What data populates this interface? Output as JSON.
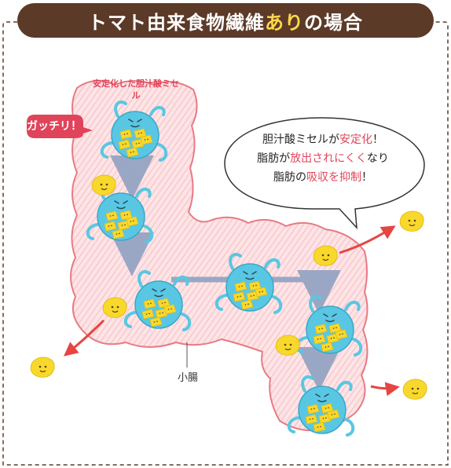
{
  "title": {
    "text_before": "トマト由来食物繊維",
    "text_highlight": "あり",
    "text_after": "の場合"
  },
  "labels": {
    "stabilized_micelle": "安定化した胆汁酸ミセル",
    "gacchiri": "ガッチリ！",
    "small_intestine": "小腸"
  },
  "bubble": {
    "line1": {
      "a": "胆汁酸ミセルが",
      "b": "安定化",
      "c": "！"
    },
    "line2": {
      "a": "脂肪が",
      "b": "放出されにくく",
      "c": "なり"
    },
    "line3": {
      "a": "脂肪の",
      "b": "吸収を抑制",
      "c": "！"
    }
  },
  "colors": {
    "title_bg": "#5c3a28",
    "title_highlight": "#ffd84a",
    "accent_red": "#e0445a",
    "intestine_fill": "#fde0e2",
    "intestine_line": "#e87a84",
    "micelle": "#59c7e3",
    "fat": "#f8d92b",
    "arrow_gray": "#9aa7c4",
    "arrow_red": "#e64541"
  }
}
